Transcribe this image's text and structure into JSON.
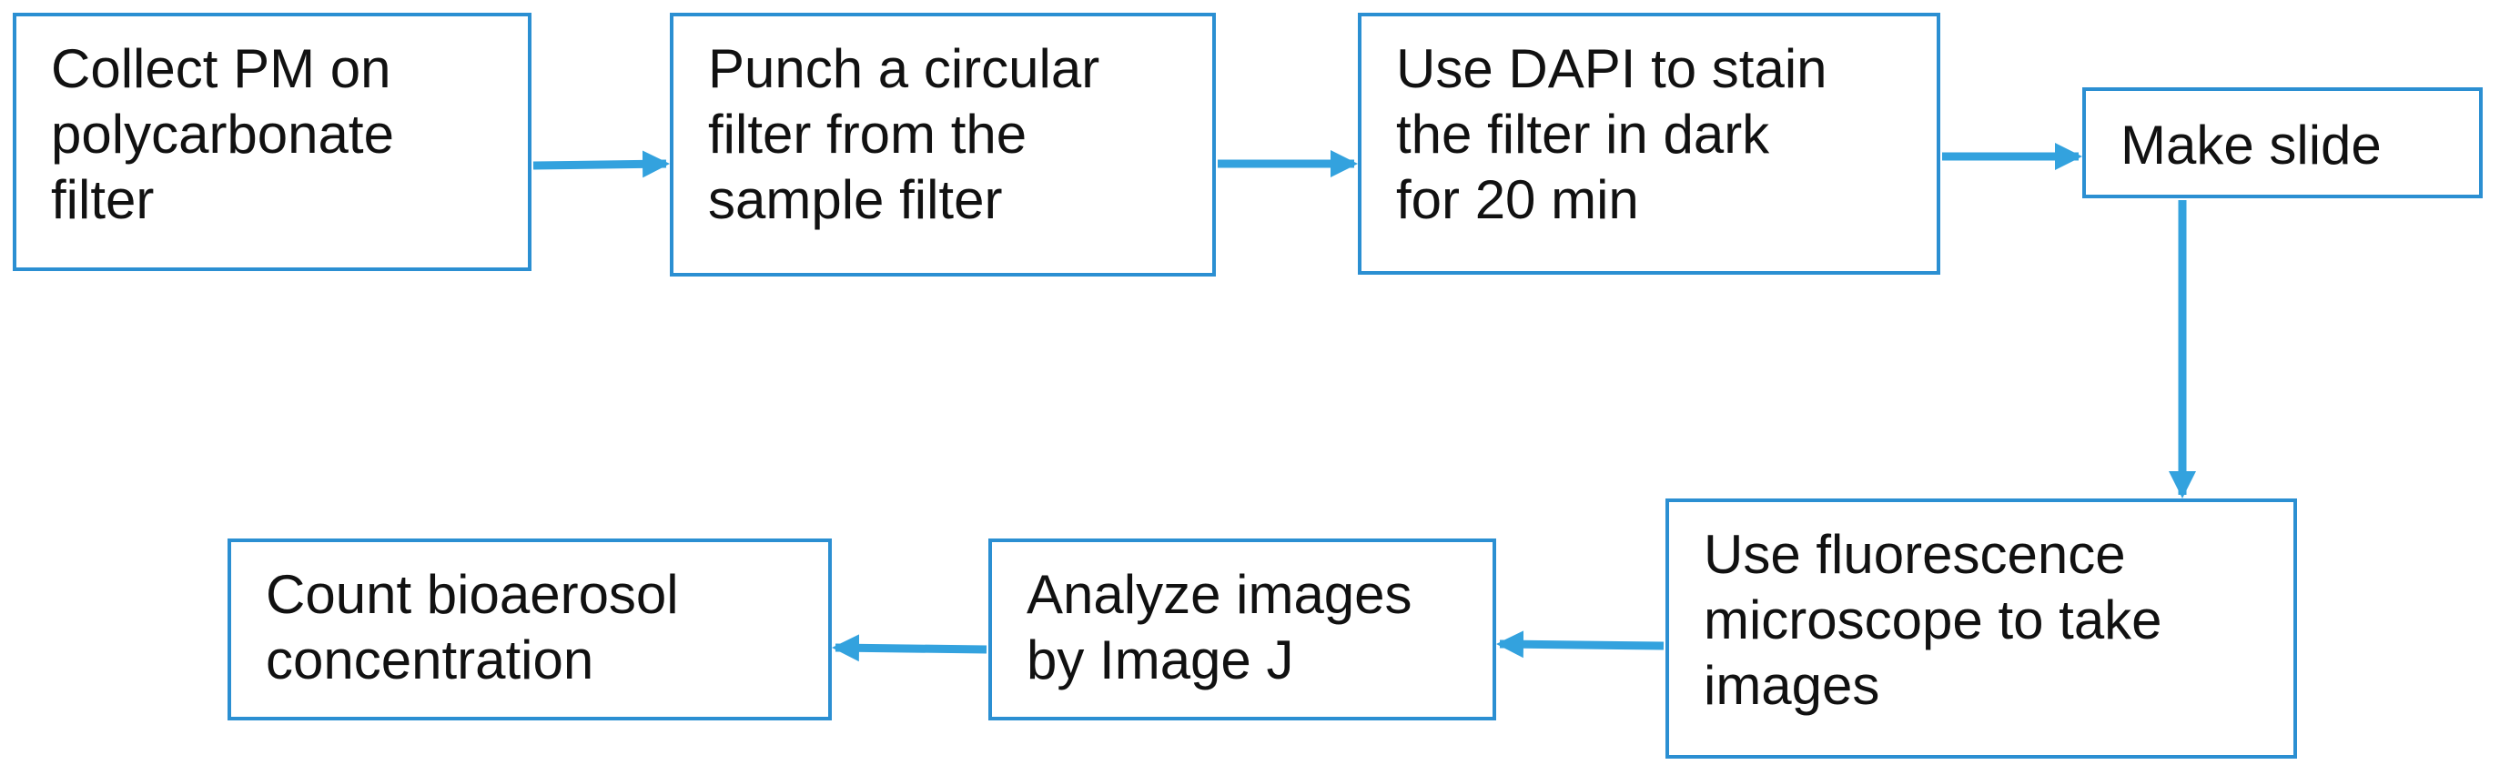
{
  "colors": {
    "box_border": "#2b8fd2",
    "arrow": "#33a2de",
    "text": "#111111",
    "background": "#ffffff"
  },
  "steps": [
    {
      "lines": [
        "Collect PM on",
        "polycarbonate",
        "filter"
      ]
    },
    {
      "lines": [
        "Punch a circular",
        "filter from the",
        "sample filter"
      ]
    },
    {
      "lines": [
        "Use DAPI to stain",
        "the filter in dark",
        "for 20  min"
      ]
    },
    {
      "lines": [
        "Make slide"
      ]
    },
    {
      "lines": [
        "Use fluorescence",
        "microscope to take",
        "images"
      ]
    },
    {
      "lines": [
        "Analyze images",
        "by Image J"
      ]
    },
    {
      "lines": [
        "Count bioaerosol",
        "concentration"
      ]
    }
  ],
  "flow": [
    {
      "from": 0,
      "to": 1
    },
    {
      "from": 1,
      "to": 2
    },
    {
      "from": 2,
      "to": 3
    },
    {
      "from": 3,
      "to": 4
    },
    {
      "from": 4,
      "to": 5
    },
    {
      "from": 5,
      "to": 6
    }
  ]
}
